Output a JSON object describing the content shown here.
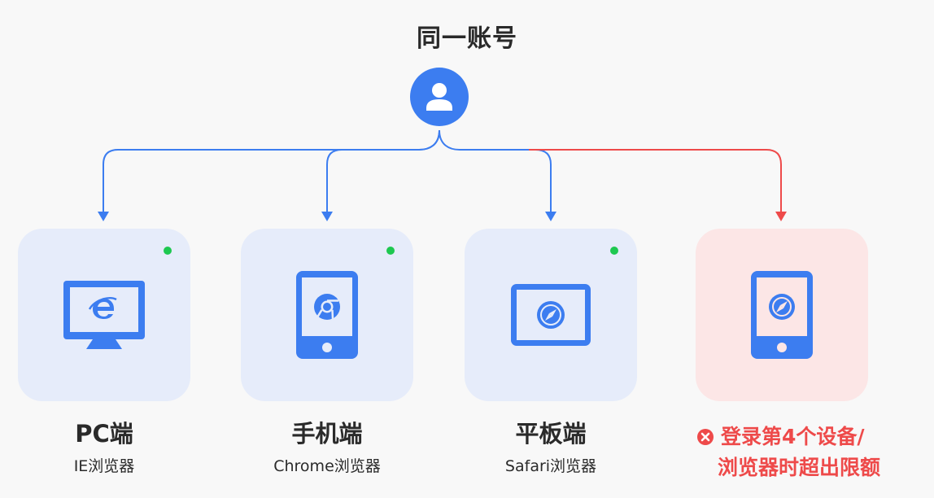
{
  "title": "同一账号",
  "colors": {
    "accent": "#3c7df0",
    "card_bg": "#e6ecfa",
    "blocked_bg": "#fce6e6",
    "blocked": "#ee4a4a",
    "online": "#1ec850"
  },
  "icons": {
    "account": "user-avatar-icon",
    "online": "online-status-dot",
    "error": "error-x-icon"
  },
  "devices": [
    {
      "name": "PC端",
      "browser": "IE浏览器",
      "device_icon": "desktop-monitor-icon",
      "browser_icon": "ie-browser-icon",
      "online": true
    },
    {
      "name": "手机端",
      "browser": "Chrome浏览器",
      "device_icon": "phone-icon",
      "browser_icon": "chrome-browser-icon",
      "online": true
    },
    {
      "name": "平板端",
      "browser": "Safari浏览器",
      "device_icon": "tablet-icon",
      "browser_icon": "safari-browser-icon",
      "online": true
    },
    {
      "device_icon": "phone-icon",
      "browser_icon": "safari-browser-icon",
      "online": false,
      "blocked": true
    }
  ],
  "blocked_message": {
    "line1": "登录第4个设备/",
    "line2": "浏览器时超出限额"
  }
}
